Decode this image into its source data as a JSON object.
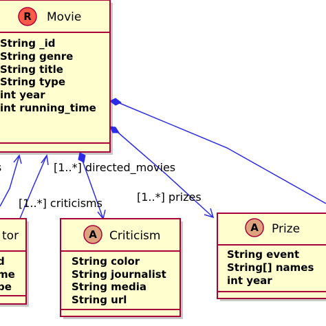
{
  "classes": {
    "movie": {
      "name": "Movie",
      "stereotype": "R",
      "stereotype_color": "#FF5A4A",
      "attributes": [
        "String _id",
        "String genre",
        "String title",
        "String type",
        "int year",
        "int running_time"
      ]
    },
    "criticism": {
      "name": "Criticism",
      "stereotype": "A",
      "stereotype_color": "#DDA27E",
      "attributes": [
        "String color",
        "String journalist",
        "String media",
        "String url"
      ]
    },
    "prize": {
      "name": "Prize",
      "stereotype": "A",
      "stereotype_color": "#DDA27E",
      "attributes": [
        "String event",
        "String[] names",
        "int year"
      ]
    },
    "actor_partial": {
      "name_fragment": "tor",
      "attribute_fragments": [
        "d",
        "me",
        "pe"
      ]
    }
  },
  "edges": {
    "directed_movies": "[1..*] directed_movies",
    "criticisms": "[1..*] criticisms",
    "prizes": "[1..*] prizes",
    "left_fragment": "es"
  },
  "colors": {
    "box_fill": "#FEFECE",
    "box_border": "#A80036",
    "edge": "#2B2BE8"
  }
}
